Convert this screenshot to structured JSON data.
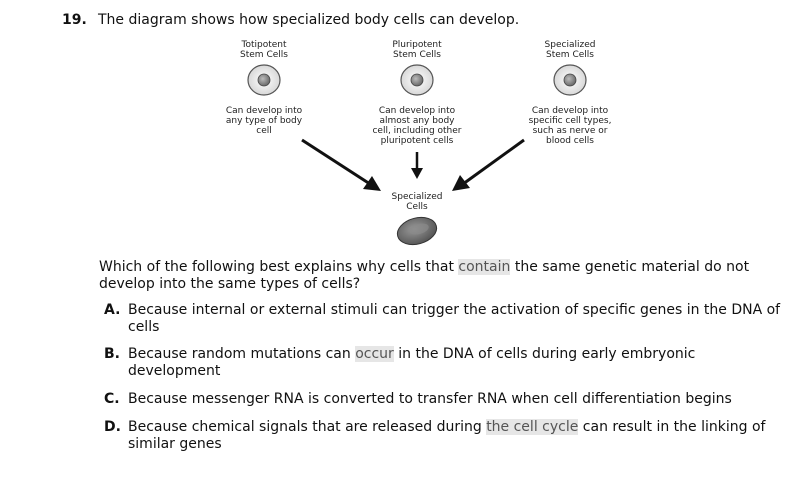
{
  "question": {
    "number": "19.",
    "stem": "The diagram shows how specialized body cells can develop."
  },
  "diagram": {
    "top_cells": [
      {
        "title": [
          "Totipotent",
          "Stem Cells"
        ],
        "description": [
          "Can develop into",
          "any type of body",
          "cell"
        ]
      },
      {
        "title": [
          "Pluripotent",
          "Stem Cells"
        ],
        "description": [
          "Can develop into",
          "almost any body",
          "cell, including other",
          "pluripotent cells"
        ]
      },
      {
        "title": [
          "Specialized",
          "Stem Cells"
        ],
        "description": [
          "Can develop into",
          "specific cell types,",
          "such as nerve or",
          "blood cells"
        ]
      }
    ],
    "result_label": [
      "Specialized",
      "Cells"
    ]
  },
  "prompt": {
    "before_contain": "Which of the following best explains why cells that ",
    "contain": "contain",
    "after_contain": " the same genetic material do not develop into the same types of cells?"
  },
  "choices": [
    {
      "letter": "A.",
      "text_before": "Because internal or external stimuli can trigger the activation of specific genes in the DNA of cells",
      "highlight": "",
      "text_after": ""
    },
    {
      "letter": "B.",
      "text_before": "Because random mutations can ",
      "highlight": "occur",
      "text_after": " in the DNA of cells during early embryonic development"
    },
    {
      "letter": "C.",
      "text_before": "Because messenger RNA is converted to transfer RNA when cell differentiation begins",
      "highlight": "",
      "text_after": ""
    },
    {
      "letter": "D.",
      "text_before": "Because chemical signals that are released during ",
      "highlight": "the cell cycle",
      "text_after": " can result in the linking of similar genes"
    }
  ]
}
